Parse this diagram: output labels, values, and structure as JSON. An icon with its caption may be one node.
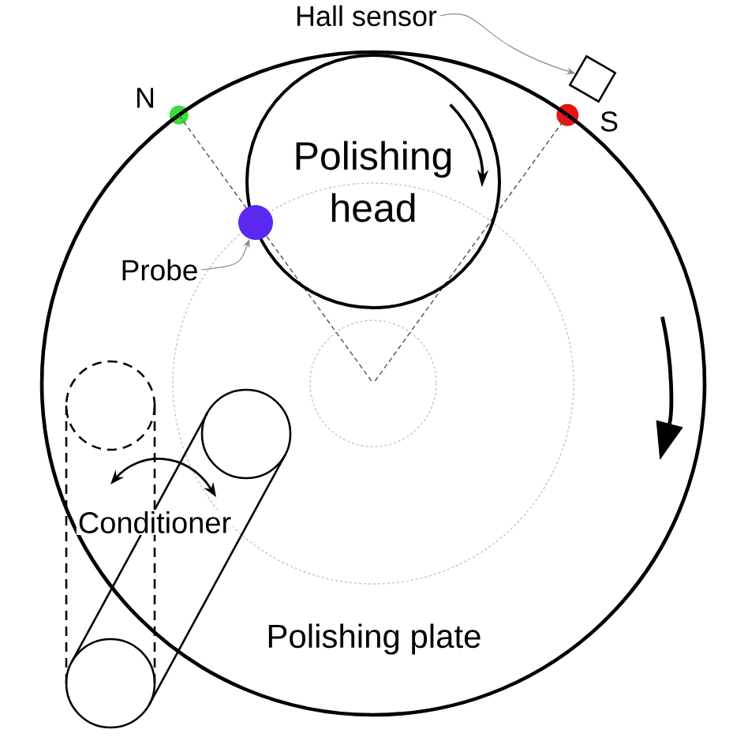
{
  "diagram": {
    "nodes": [
      {
        "text": [
          "Polishing plate"
        ]
      },
      {
        "text": [
          "Polishing head"
        ],
        "in": 0
      },
      {
        "text": [
          "Hall sensor"
        ]
      },
      {
        "text": [],
        "shape": "box"
      },
      {
        "text": [
          "Probe"
        ],
        "in": 0
      },
      {
        "text": [],
        "shape": "circle",
        "in": 0
      }
    ],
    "edges": [
      {
        "from": 2,
        "to": 3,
        "arrow": "to"
      },
      {
        "from": 4,
        "to": 5,
        "arrow": "to"
      }
    ],
    "labels": [
      "N",
      "S",
      "Conditioner"
    ]
  }
}
